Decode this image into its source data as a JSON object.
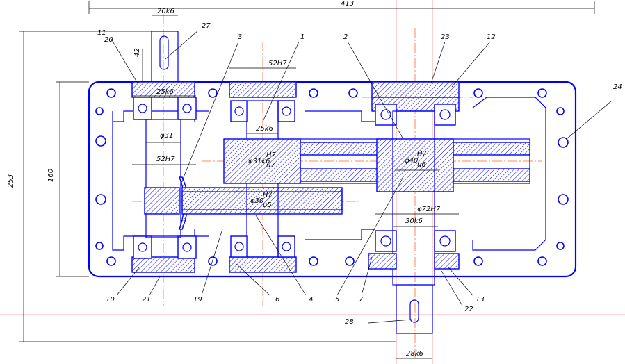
{
  "dimensions": {
    "total_width": "413",
    "total_height": "253",
    "height_160": "160",
    "shaft_top": "20k6",
    "shaft_top_len": "42",
    "bore_left_top": "25k6",
    "d31": "φ31",
    "bore_left_52": "52H7",
    "bore_mid_52": "52H7",
    "bore_mid_25": "25k6",
    "fit_31": "φ31k6",
    "fit_31_num": "H7",
    "fit_31_den": "u7",
    "fit_30": "φ30",
    "fit_30_num": "H7",
    "fit_30_den": "u5",
    "fit_40": "φ40",
    "fit_40_num": "H7",
    "fit_40_den": "u6",
    "bore_right_72": "φ72H7",
    "bore_right_30": "30k6",
    "shaft_bottom": "28k6",
    "dim_11": "11"
  },
  "parts": {
    "p1": "1",
    "p2": "2",
    "p3": "3",
    "p4": "4",
    "p5": "5",
    "p6": "6",
    "p7": "7",
    "p10": "10",
    "p12": "12",
    "p13": "13",
    "p19": "19",
    "p20": "20",
    "p21": "21",
    "p22": "22",
    "p23": "23",
    "p24": "24",
    "p27": "27",
    "p28": "28"
  },
  "colors": {
    "outline": "#0000ff",
    "dimension": "#000000",
    "axis": "#ff6a2a",
    "hatch": "#0000ff"
  }
}
